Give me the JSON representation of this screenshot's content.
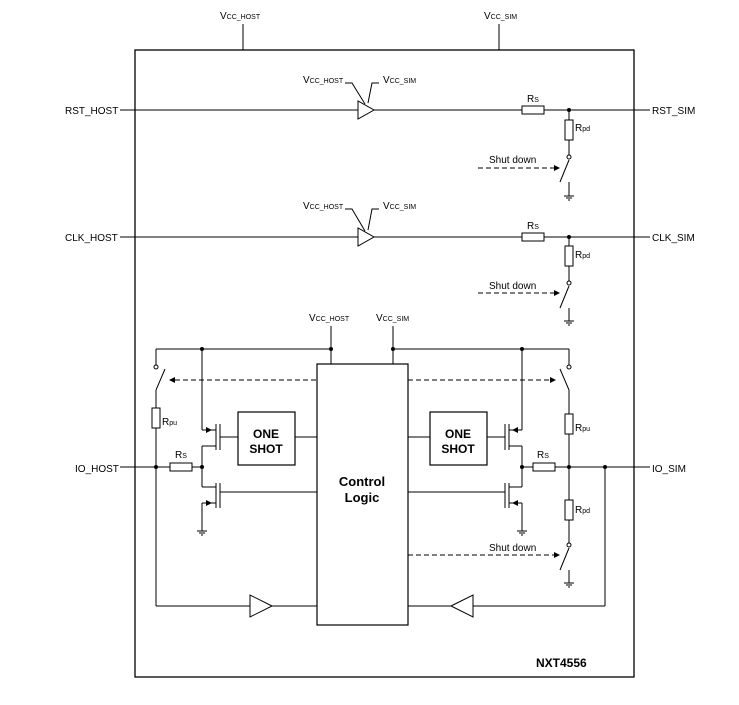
{
  "part_number": "NXT4556",
  "supplies": {
    "vcc_prefix": "V",
    "host_sub": "CC_HOST",
    "sim_sub": "CC_SIM"
  },
  "resistors": {
    "prefix": "R",
    "series_sub": "S",
    "pulldown_sub": "pd",
    "pullup_sub": "pu"
  },
  "signals": {
    "rst_host": "RST_HOST",
    "rst_sim": "RST_SIM",
    "clk_host": "CLK_HOST",
    "clk_sim": "CLK_SIM",
    "io_host": "IO_HOST",
    "io_sim": "IO_SIM"
  },
  "shutdown_label": "Shut down",
  "one_shot": {
    "line1": "ONE",
    "line2": "SHOT"
  },
  "control_logic": {
    "line1": "Control",
    "line2": "Logic"
  }
}
